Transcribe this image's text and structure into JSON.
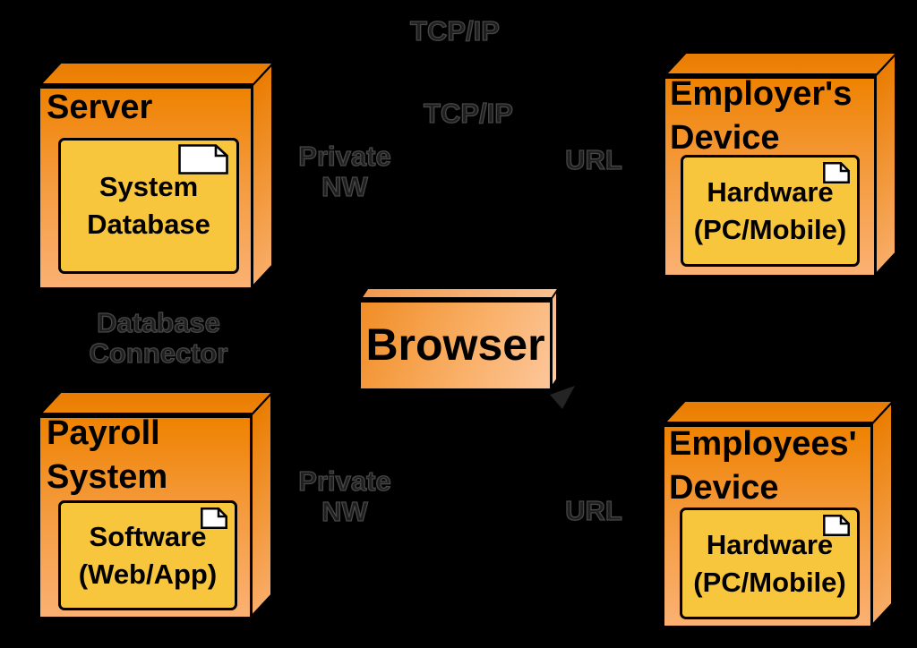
{
  "diagram": {
    "type": "uml-deployment-diagram",
    "background_color": "#000000",
    "nodes": {
      "server": {
        "title_lines": [
          "Server"
        ],
        "component": {
          "lines": [
            "System",
            "Database"
          ],
          "icon": "document-page-icon"
        }
      },
      "employers_device": {
        "title_lines": [
          "Employer's",
          "Device"
        ],
        "component": {
          "lines": [
            "Hardware",
            "(PC/Mobile)"
          ],
          "icon": "document-page-icon"
        }
      },
      "browser": {
        "title": "Browser"
      },
      "payroll_system": {
        "title_lines": [
          "Payroll",
          "System"
        ],
        "component": {
          "lines": [
            "Software",
            "(Web/App)"
          ],
          "icon": "document-page-icon"
        }
      },
      "employees_device": {
        "title_lines": [
          "Employees'",
          "Device"
        ],
        "component": {
          "lines": [
            "Hardware",
            "(PC/Mobile)"
          ],
          "icon": "document-page-icon"
        }
      }
    },
    "edge_labels": {
      "tcpip_top": "TCP/IP",
      "tcpip_mid": "TCP/IP",
      "private_nw_top_lines": [
        "Private",
        "NW"
      ],
      "url_top": "URL",
      "database_connector_lines": [
        "Database",
        "Connector"
      ],
      "private_nw_bottom_lines": [
        "Private",
        "NW"
      ],
      "url_bottom": "URL"
    },
    "colors": {
      "node_front_top": "#EF8201",
      "node_front_bottom": "#FBB173",
      "node_top_face": "#EC7F04",
      "node_side_bottom": "#F8AC66",
      "component_fill": "#F8C63C",
      "browser_front_start": "#F18D26",
      "browser_front_end": "#FCC69A",
      "outline": "#000000",
      "label_text": "#1F1F1F",
      "label_outline": "#474747",
      "icon_fill": "#FFFFFF"
    }
  }
}
